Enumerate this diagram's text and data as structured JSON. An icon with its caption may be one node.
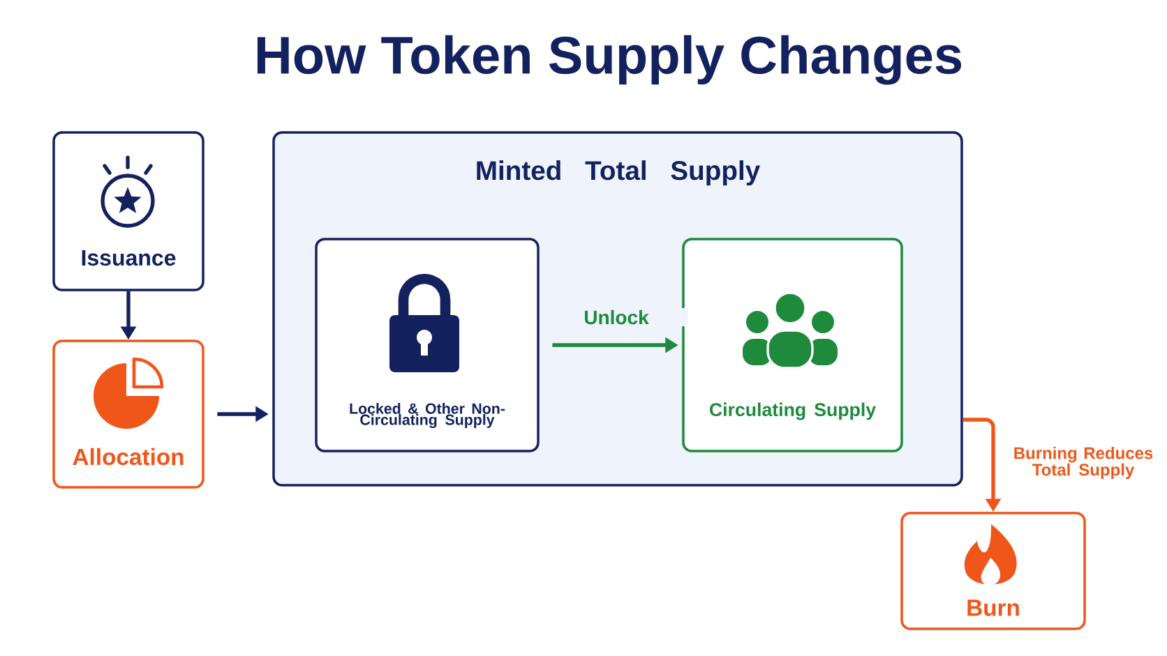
{
  "diagram": {
    "title": "How Token Supply Changes",
    "nodes": [
      {
        "text": [
          "Issuance"
        ]
      },
      {
        "text": [
          "Allocation"
        ]
      },
      {
        "text": [
          "Minted Total Supply"
        ]
      },
      {
        "text": [
          "Locked & Other Non-Circulating Supply"
        ],
        "in": 2
      },
      {
        "text": [
          "Circulating Supply"
        ],
        "in": 2
      },
      {
        "text": [
          "Burn"
        ]
      }
    ],
    "edges": [
      {
        "from": 0,
        "to": 1,
        "arrow": "to"
      },
      {
        "from": 1,
        "to": 2,
        "arrow": "to"
      },
      {
        "from": 3,
        "to": 4,
        "arrow": "to",
        "label": "Unlock",
        "color": "#1e8a3c"
      },
      {
        "from": 2,
        "to": 5,
        "arrow": "to",
        "label": "Burning Reduces Total Supply",
        "color": "#f0561a"
      }
    ]
  }
}
